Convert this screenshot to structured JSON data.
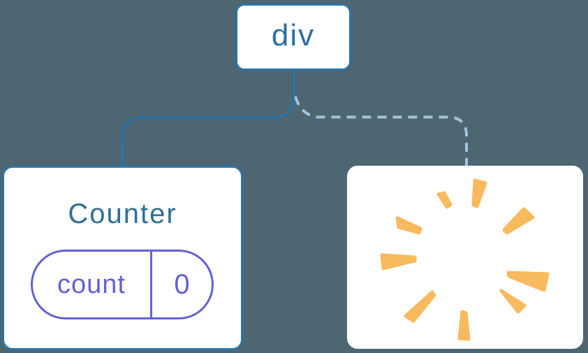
{
  "diagram": {
    "description": "component tree: div parent keeps Counter child (solid link) while another child is removed (dashed link, poof)",
    "background_color": "#4D6672",
    "root_node": {
      "label": "div",
      "border_color": "#2B72A8",
      "text_color": "#2C6FA4"
    },
    "links": {
      "kept_child_link_style": "solid",
      "kept_child_link_color": "#2B72A8",
      "removed_child_link_style": "dashed",
      "removed_child_link_color": "#A5C4DA"
    },
    "counter_component": {
      "title": "Counter",
      "title_color": "#316F94",
      "card_border_color": "#2E74A8",
      "state": {
        "key": "count",
        "value": "0",
        "accent_color": "#6161D6"
      }
    },
    "removed_component": {
      "icon": "poof-starburst-icon",
      "icon_color": "#F9BA5E"
    }
  }
}
